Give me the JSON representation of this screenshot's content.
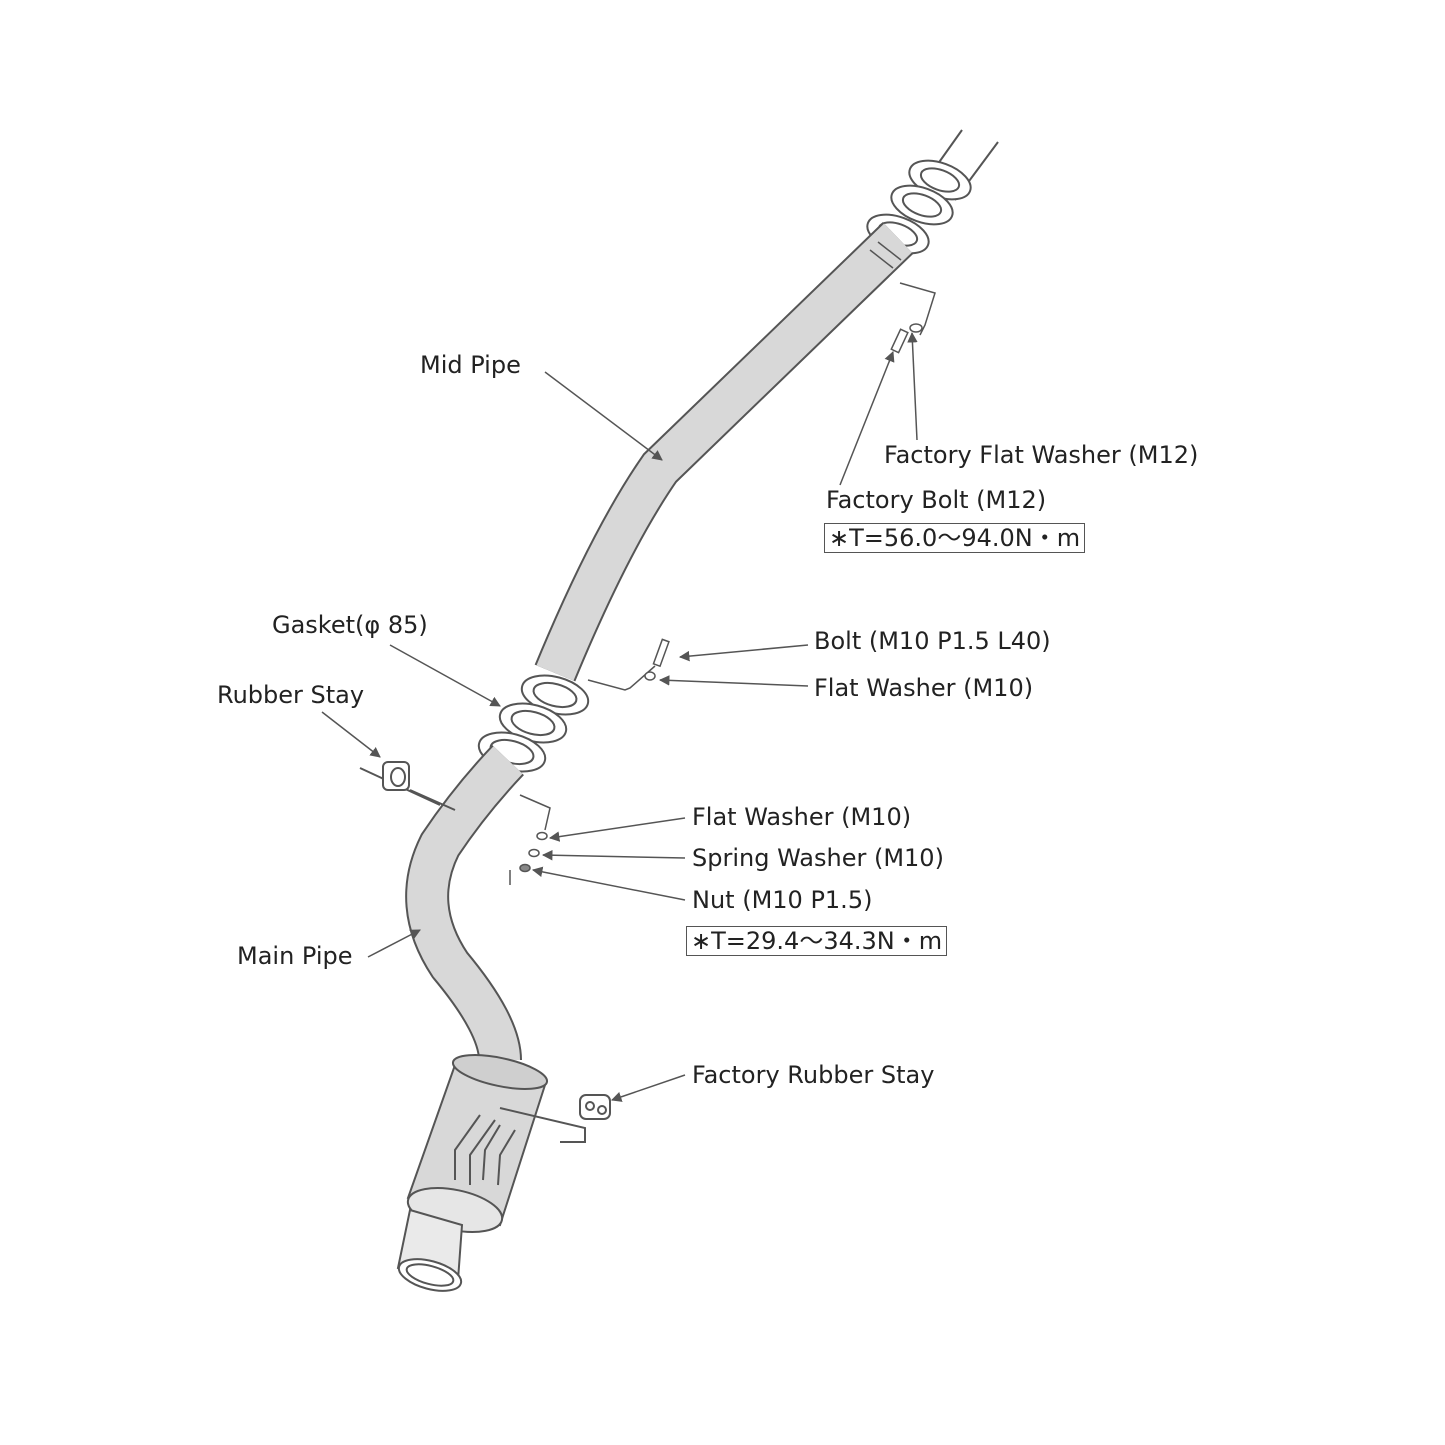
{
  "colors": {
    "line": "#555555",
    "pipe_fill": "#d8d8d8",
    "text": "#222222",
    "background": "#ffffff"
  },
  "labels": {
    "mid_pipe": "Mid Pipe",
    "factory_flat_washer": "Factory Flat Washer (M12)",
    "factory_bolt": "Factory Bolt (M12)",
    "factory_bolt_torque": "∗T=56.0〜94.0N・m",
    "gasket": "Gasket(φ 85)",
    "rubber_stay": "Rubber Stay",
    "bolt": "Bolt (M10 P1.5 L40)",
    "flat_washer_upper": "Flat Washer (M10)",
    "flat_washer_lower": "Flat Washer (M10)",
    "spring_washer": "Spring Washer (M10)",
    "nut": "Nut (M10 P1.5)",
    "nut_torque": "∗T=29.4〜34.3N・m",
    "main_pipe": "Main Pipe",
    "factory_rubber_stay": "Factory Rubber Stay"
  }
}
